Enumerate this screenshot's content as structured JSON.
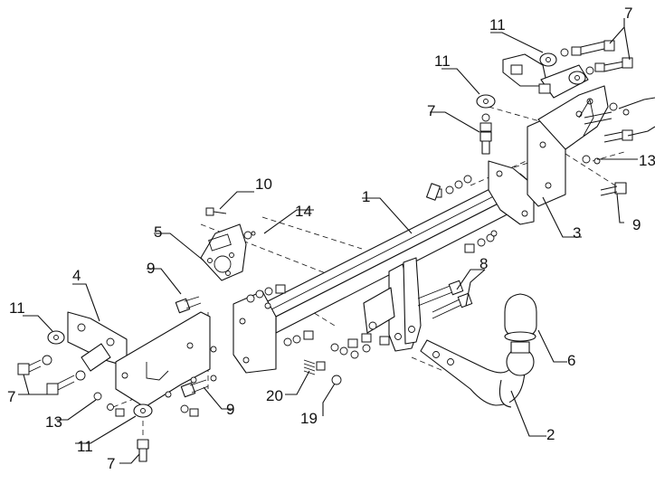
{
  "callouts": {
    "c1": "1",
    "c2": "2",
    "c3": "3",
    "c4": "4",
    "c5": "5",
    "c6": "6",
    "c7a": "7",
    "c7b": "7",
    "c7c": "7",
    "c7d": "7",
    "c8": "8",
    "c9a": "9",
    "c9b": "9",
    "c9c": "9",
    "c10": "10",
    "c11a": "11",
    "c11b": "11",
    "c11c": "11",
    "c11d": "11",
    "c13a": "13",
    "c13b": "13",
    "c14": "14",
    "c19": "19",
    "c20": "20"
  }
}
